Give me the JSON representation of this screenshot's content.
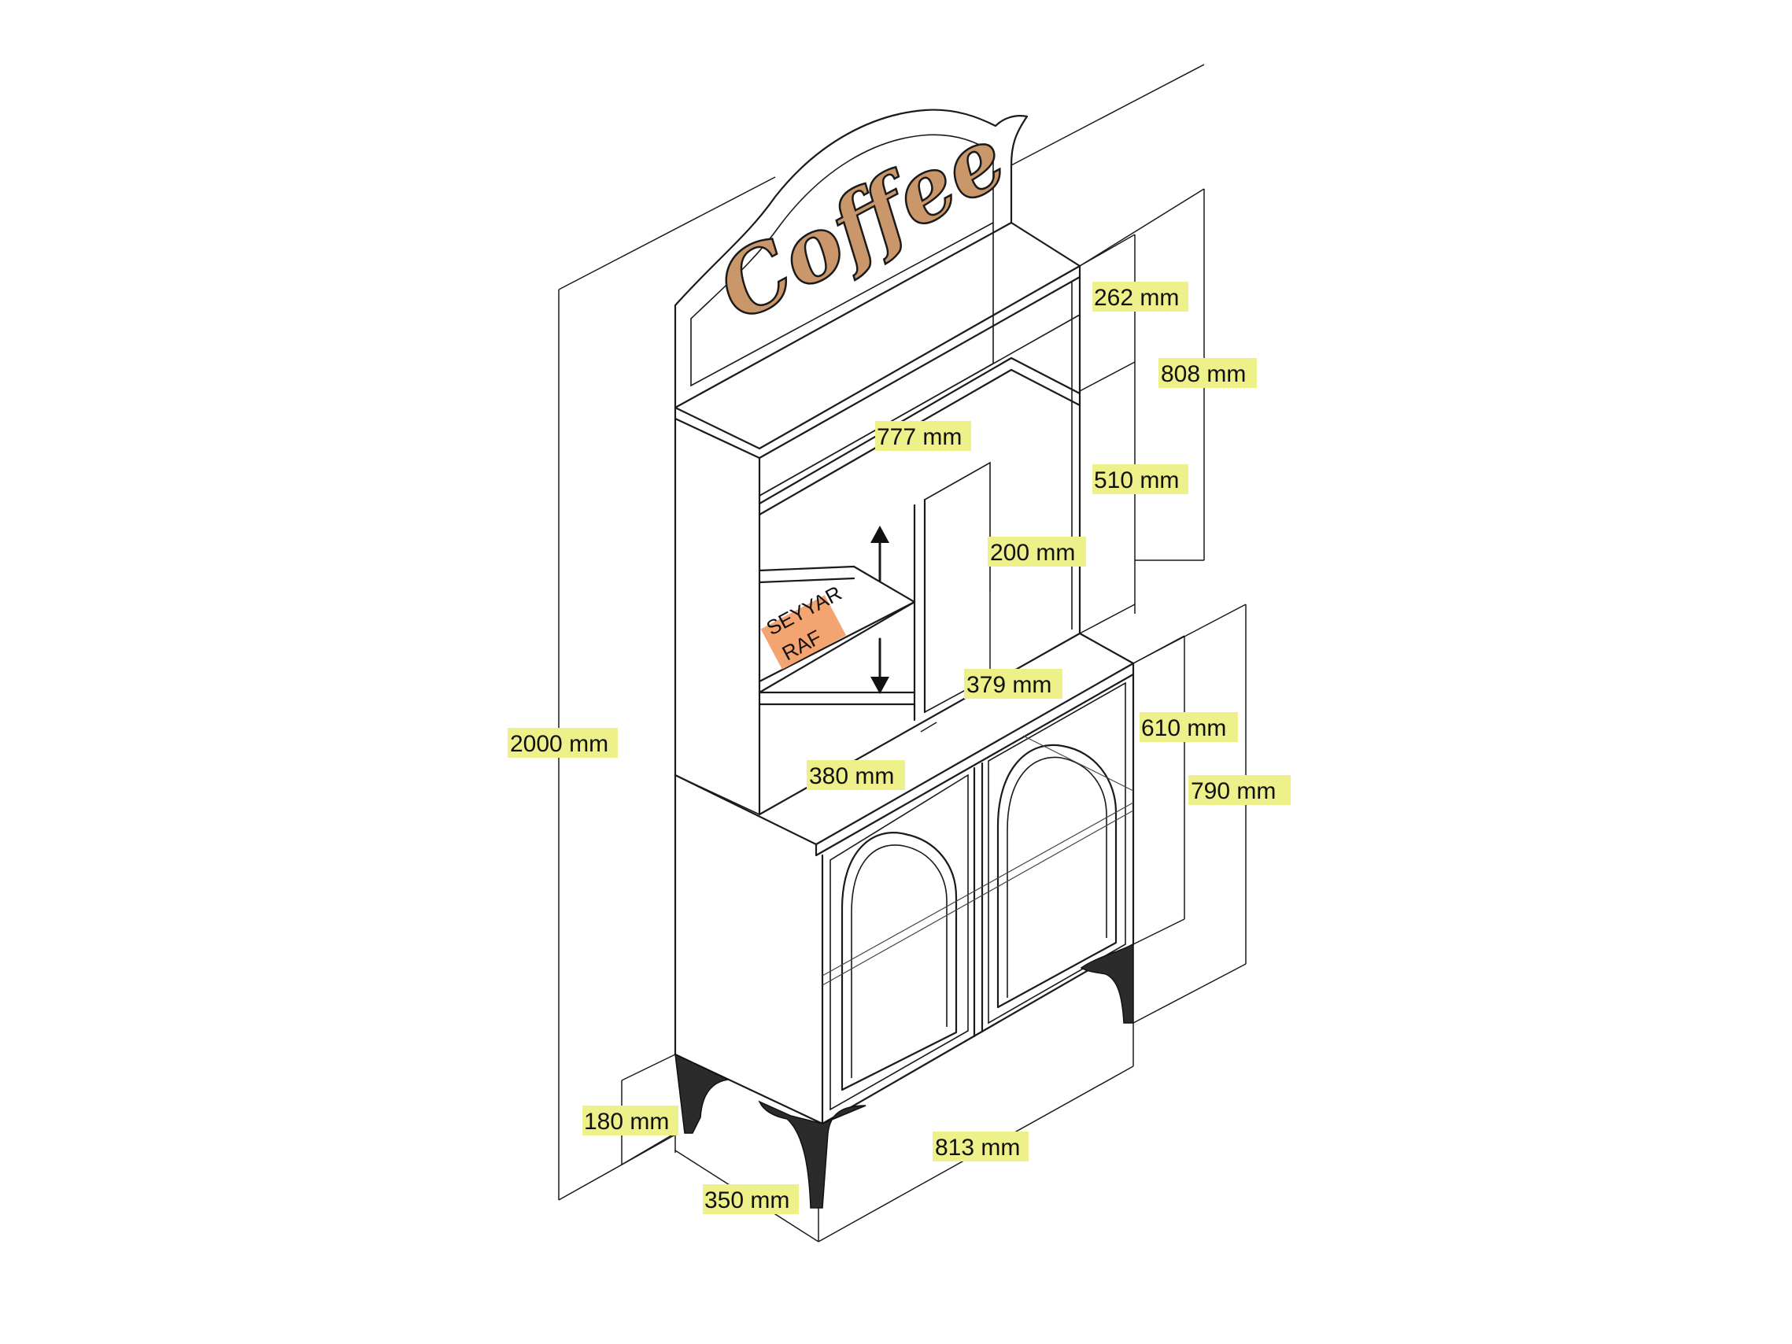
{
  "sign": {
    "logo_text": "Coffee"
  },
  "shelf_tag": {
    "line1": "SEYYAR",
    "line2": "RAF"
  },
  "dimensions": {
    "total_height": "2000 mm",
    "sign_height": "262 mm",
    "upper_height": "808 mm",
    "upper_width": "777 mm",
    "upper_compartment_height": "510 mm",
    "shelf_gap": "200 mm",
    "shelf_depth": "379 mm",
    "upper_depth": "380 mm",
    "cabinet_body_height": "610 mm",
    "cabinet_height": "790 mm",
    "leg_height": "180 mm",
    "width": "813 mm",
    "depth": "350 mm"
  },
  "colors": {
    "label_highlight": "#eef08a",
    "tag_highlight": "#f4a471",
    "logo_fill": "#c9976a"
  }
}
